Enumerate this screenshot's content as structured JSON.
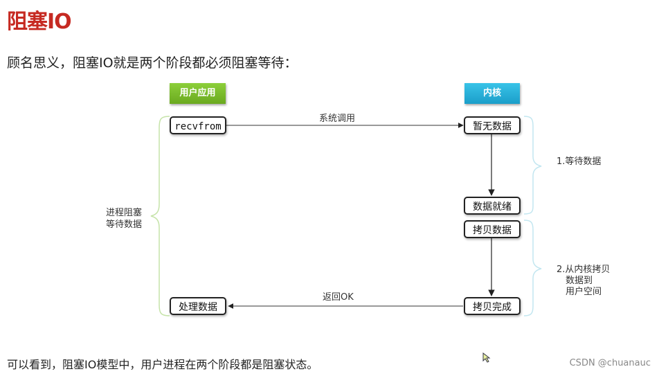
{
  "page": {
    "title": "阻塞IO",
    "intro": "顾名思义，阻塞IO就是两个阶段都必须阻塞等待：",
    "footer": "可以看到，阻塞IO模型中，用户进程在两个阶段都是阻塞状态。",
    "watermark": "CSDN @chuanauc"
  },
  "diagram": {
    "headers": {
      "user": "用户应用",
      "kernel": "内核"
    },
    "user_nodes": {
      "recvfrom": "recvfrom",
      "process": "处理数据"
    },
    "kernel_nodes": {
      "no_data": "暂无数据",
      "data_ready": "数据就绪",
      "copy_data": "拷贝数据",
      "copy_done": "拷贝完成"
    },
    "edges": {
      "syscall": "系统调用",
      "return_ok": "返回OK"
    },
    "left_brace": {
      "line1": "进程阻塞",
      "line2": "等待数据"
    },
    "phase1": {
      "label": "1.等待数据"
    },
    "phase2": {
      "line1": "2.从内核拷贝",
      "line2": "数据到",
      "line3": "用户空间"
    }
  },
  "colors": {
    "title": "#c62a22",
    "user_header": "#7bbf2c",
    "kernel_header": "#27b3dc",
    "brace": "#c5e3a8",
    "brace_right": "#c2e6f0"
  }
}
